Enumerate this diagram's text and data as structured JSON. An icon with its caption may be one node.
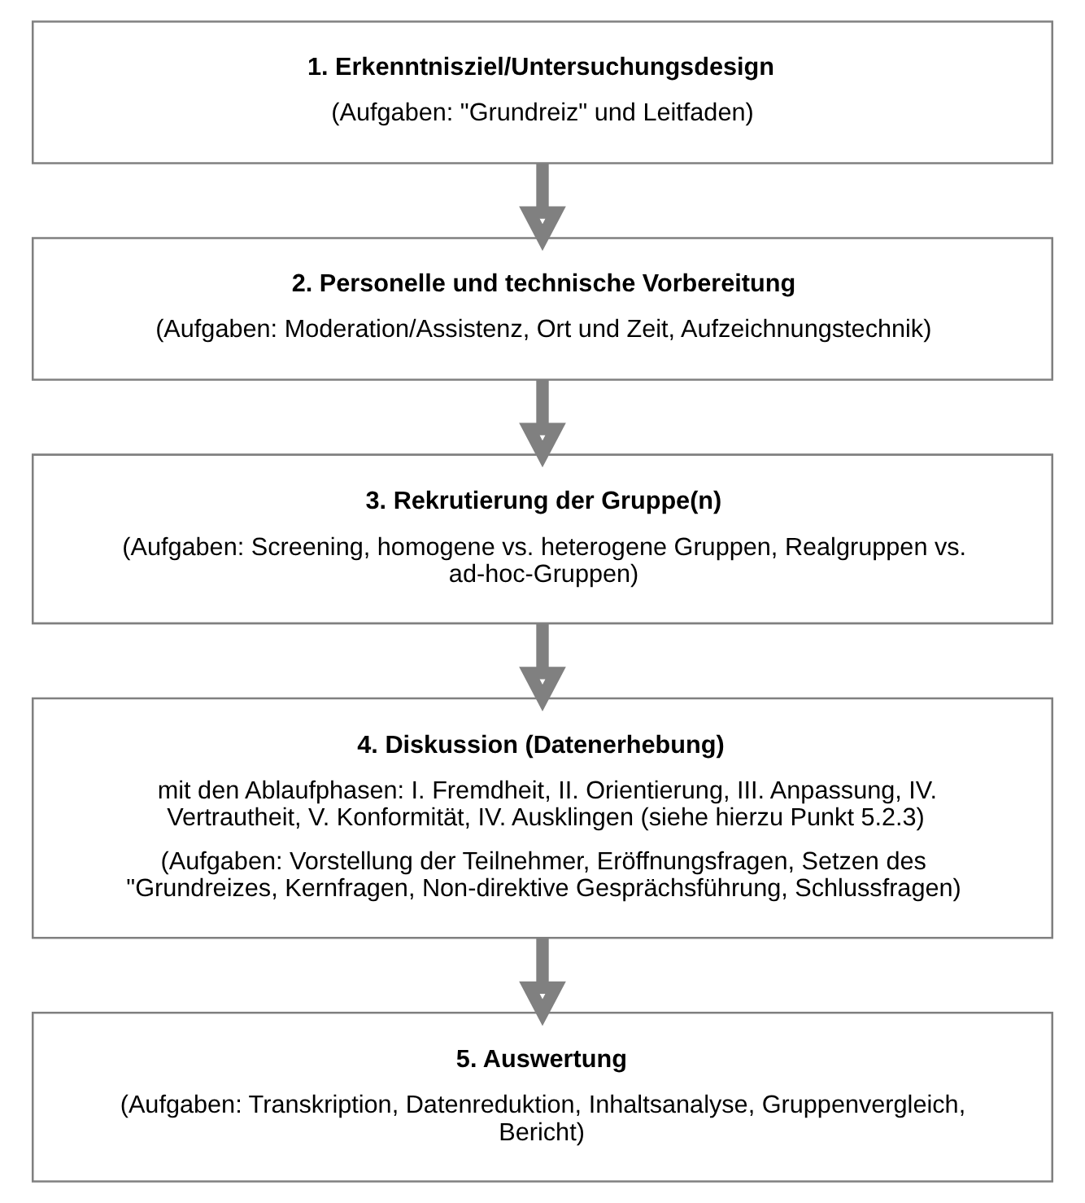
{
  "diagram": {
    "nodes": [
      {
        "text": [
          "1. Erkenntnisziel/Untersuchungsdesign",
          "(Aufgaben: \"Grundreiz\" und Leitfaden)"
        ]
      },
      {
        "text": [
          "2. Personelle und technische Vorbereitung",
          "(Aufgaben: Moderation/Assistenz, Ort und Zeit, Aufzeichnungstechnik)"
        ]
      },
      {
        "text": [
          "3. Rekrutierung der Gruppe(n)",
          "(Aufgaben: Screening, homogene vs. heterogene Gruppen, Realgruppen vs. ad-hoc-Gruppen)"
        ]
      },
      {
        "text": [
          "4. Diskussion (Datenerhebung)",
          "mit den Ablaufphasen: I. Fremdheit, II. Orientierung, III. Anpassung, IV. Vertrautheit, V. Konformität, IV. Ausklingen (siehe hierzu Punkt 5.2.3)",
          "(Aufgaben: Vorstellung der Teilnehmer, Eröffnungsfragen, Setzen des \"Grundreizes, Kernfragen, Non-direktive Gesprächsführung, Schlussfragen)"
        ]
      },
      {
        "text": [
          "5. Auswertung",
          "(Aufgaben: Transkription, Datenreduktion, Inhaltsanalyse, Gruppenvergleich, Bericht)"
        ]
      }
    ],
    "edges": [
      {
        "from": 0,
        "to": 1,
        "arrow": "to"
      },
      {
        "from": 1,
        "to": 2,
        "arrow": "to"
      },
      {
        "from": 2,
        "to": 3,
        "arrow": "to"
      },
      {
        "from": 3,
        "to": 4,
        "arrow": "to"
      }
    ]
  }
}
